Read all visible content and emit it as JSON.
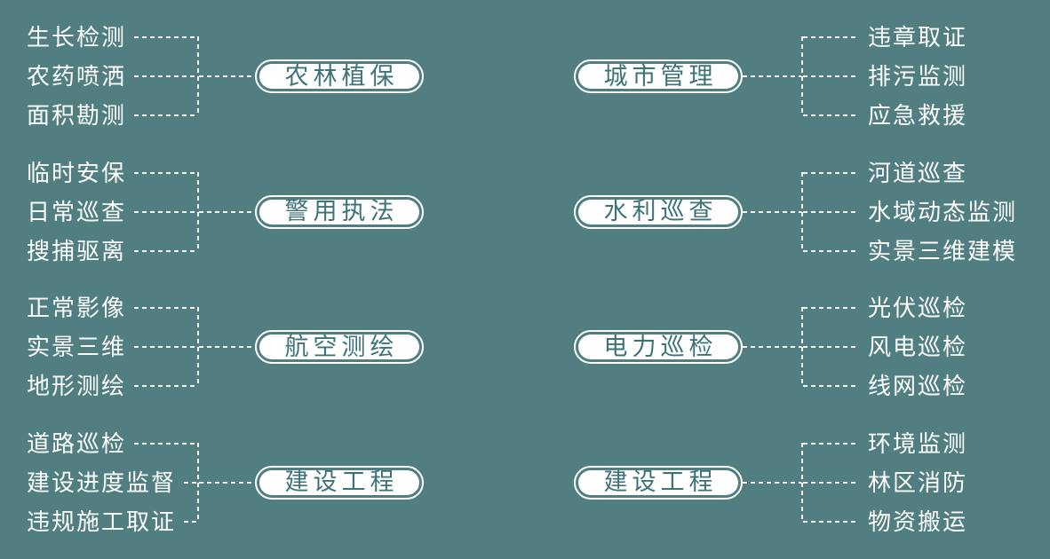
{
  "theme": {
    "background_color": "#507e81",
    "line_color": "#ffffff",
    "pill_fill_color": "#ffffff",
    "pill_border_color": "#ffffff",
    "pill_text_color": "#3d7377",
    "item_text_color": "#ffffff",
    "line_style": "dotted"
  },
  "left_groups": [
    {
      "pill": "农林植保",
      "items": [
        "生长检测",
        "农药喷洒",
        "面积勘测"
      ]
    },
    {
      "pill": "警用执法",
      "items": [
        "临时安保",
        "日常巡查",
        "搜捕驱离"
      ]
    },
    {
      "pill": "航空测绘",
      "items": [
        "正常影像",
        "实景三维",
        "地形测绘"
      ]
    },
    {
      "pill": "建设工程",
      "items": [
        "道路巡检",
        "建设进度监督",
        "违规施工取证"
      ]
    }
  ],
  "right_groups": [
    {
      "pill": "城市管理",
      "items": [
        "违章取证",
        "排污监测",
        "应急救援"
      ]
    },
    {
      "pill": "水利巡查",
      "items": [
        "河道巡查",
        "水域动态监测",
        "实景三维建模"
      ]
    },
    {
      "pill": "电力巡检",
      "items": [
        "光伏巡检",
        "风电巡检",
        "线网巡检"
      ]
    },
    {
      "pill": "建设工程",
      "items": [
        "环境监测",
        "林区消防",
        "物资搬运"
      ]
    }
  ]
}
